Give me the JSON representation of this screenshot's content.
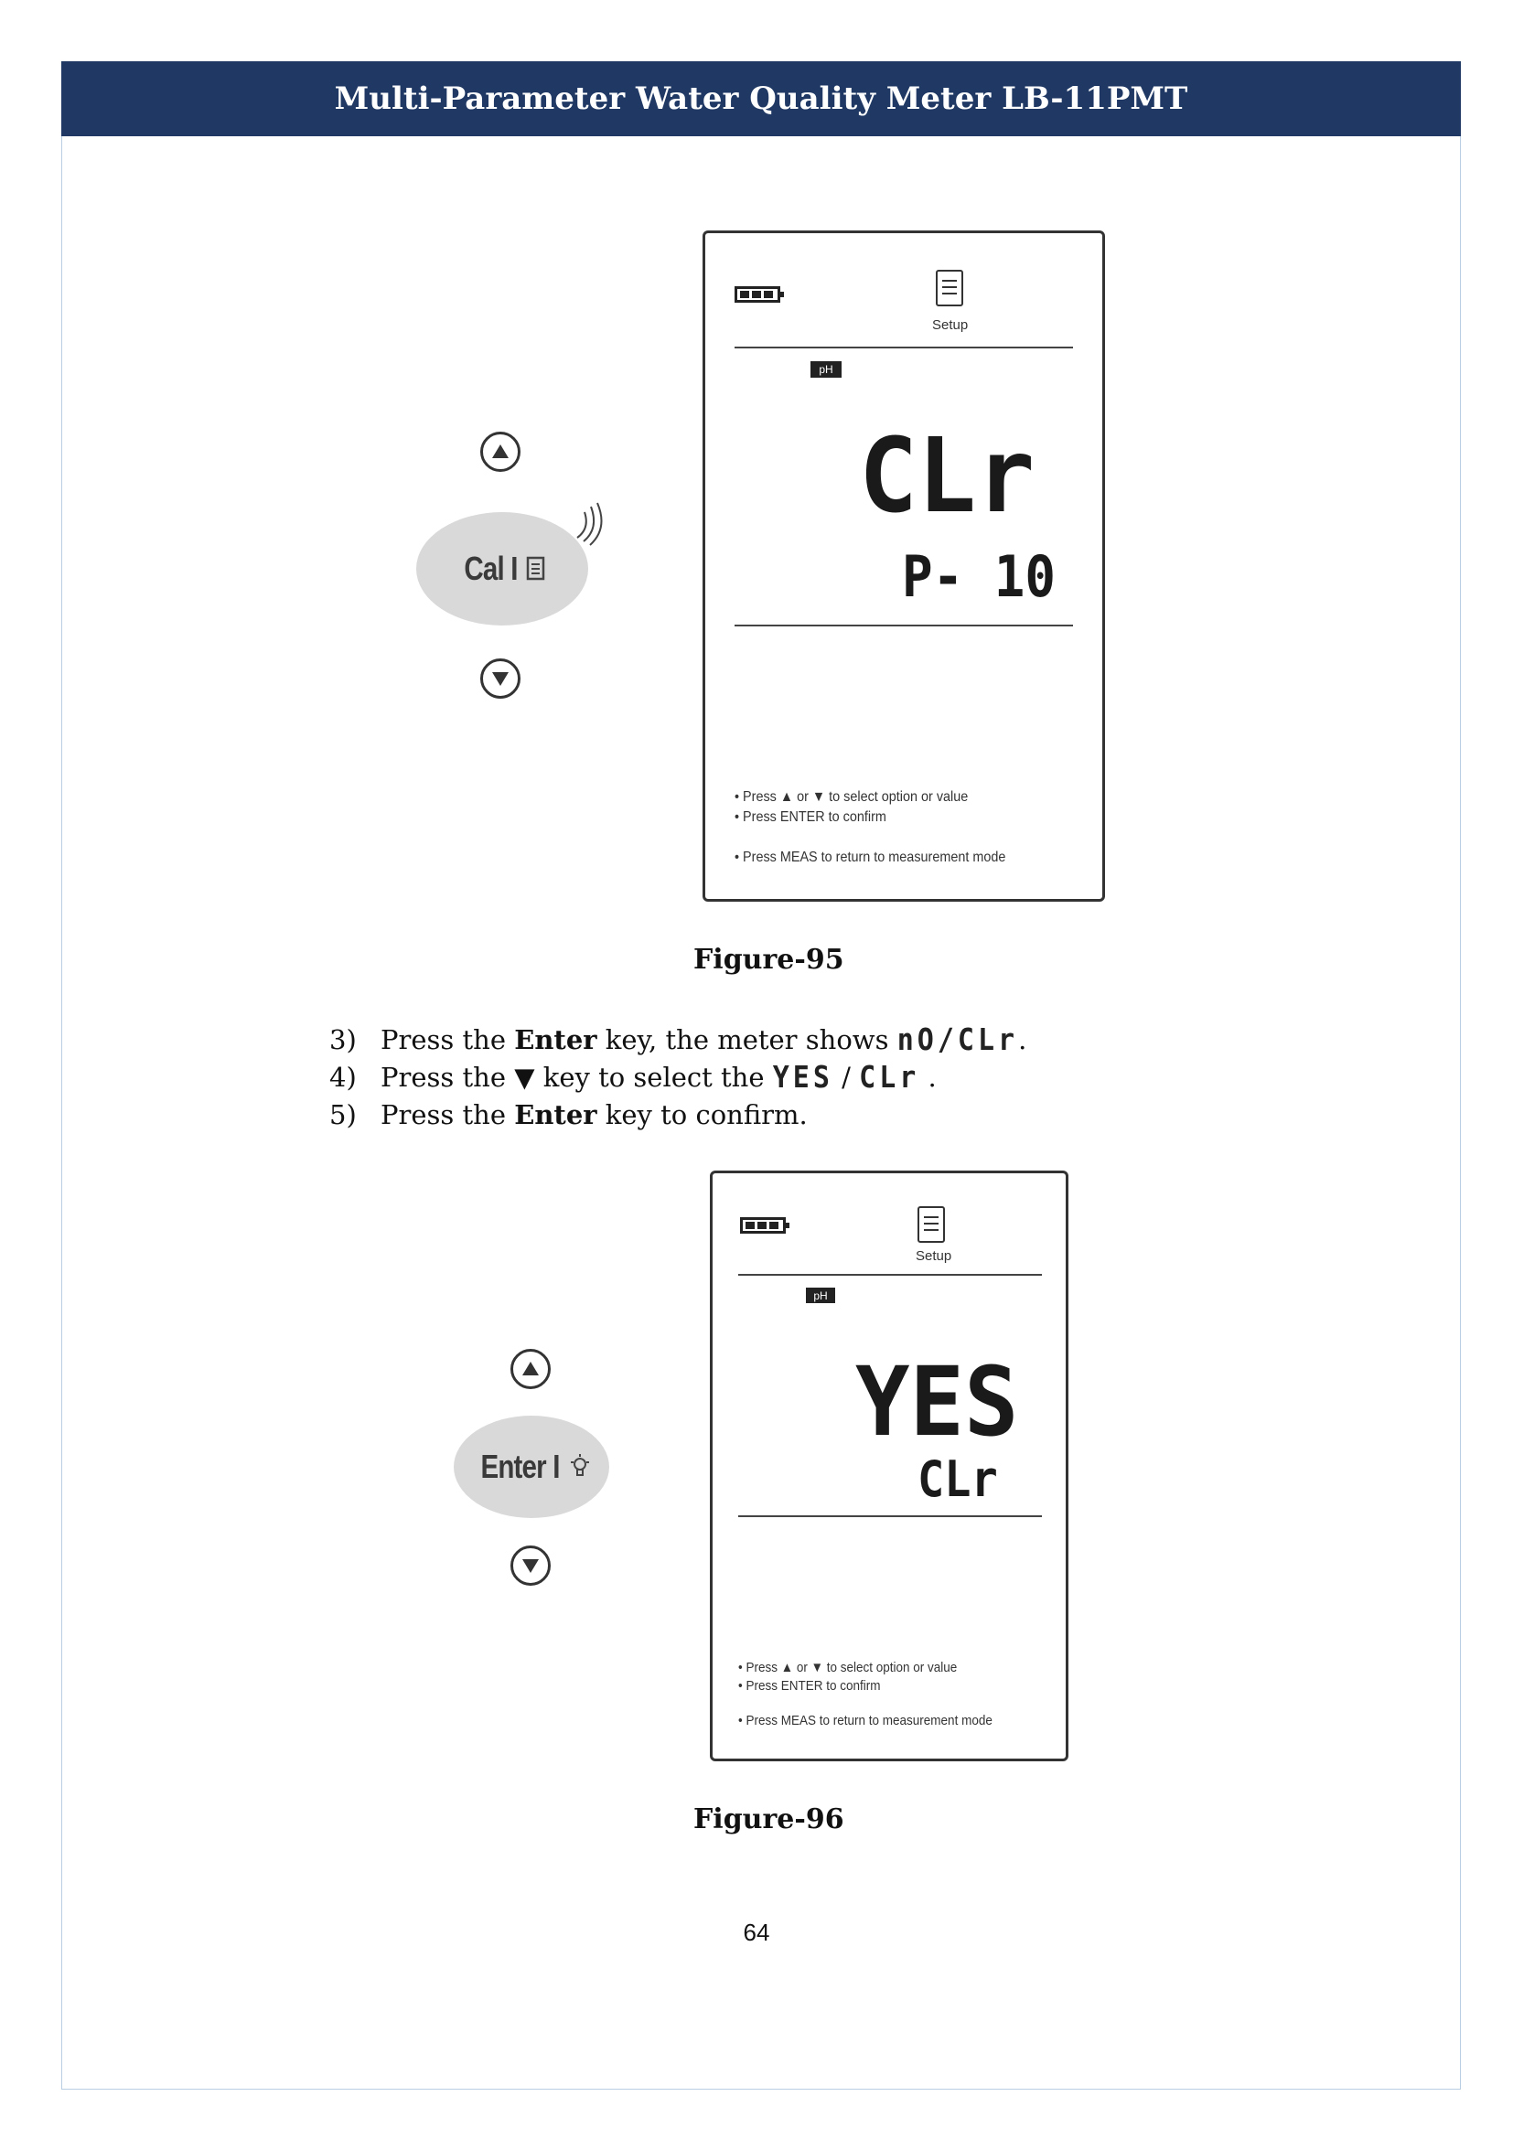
{
  "header": {
    "title": "Multi-Parameter Water Quality Meter LB-11PMT"
  },
  "figure95": {
    "key_label": "Cal I",
    "lcd": {
      "setup_label": "Setup",
      "badge": "pH",
      "main_text": "CLr",
      "sub_text": "P- 10",
      "hints": [
        "• Press ▲ or ▼ to select option or value",
        "• Press ENTER to confirm",
        "• Press MEAS to return to measurement mode"
      ]
    },
    "caption": "Figure-95"
  },
  "steps": [
    {
      "num": "3)",
      "pre": "Press the ",
      "bold": "Enter",
      "post": " key, the meter shows ",
      "lcd": "nO/CLr",
      "end": "."
    },
    {
      "num": "4)",
      "pre": "Press the ▼ key to select the ",
      "lcd": "YES",
      "mid": " / ",
      "lcd2": "CLr",
      "end": " ."
    },
    {
      "num": "5)",
      "pre": "Press the ",
      "bold": "Enter",
      "post": " key to confirm."
    }
  ],
  "figure96": {
    "key_label": "Enter I",
    "lcd": {
      "setup_label": "Setup",
      "badge": "pH",
      "main_text": "YES",
      "sub_text": "CLr",
      "hints": [
        "• Press ▲ or ▼ to select option or value",
        "• Press ENTER to confirm",
        "• Press MEAS to return to measurement mode"
      ]
    },
    "caption": "Figure-96"
  },
  "page_number": "64"
}
